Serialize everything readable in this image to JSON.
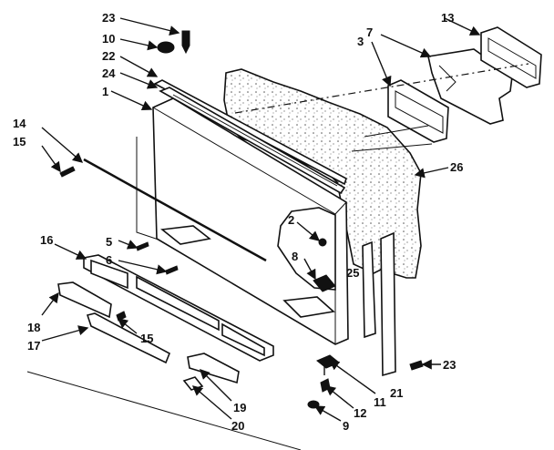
{
  "callouts": [
    "23",
    "10",
    "22",
    "24",
    "1",
    "14",
    "15",
    "16",
    "5",
    "6",
    "18",
    "17",
    "15",
    "13",
    "7",
    "3",
    "26",
    "2",
    "8",
    "25",
    "23",
    "11",
    "21",
    "12",
    "9",
    "19",
    "20"
  ]
}
